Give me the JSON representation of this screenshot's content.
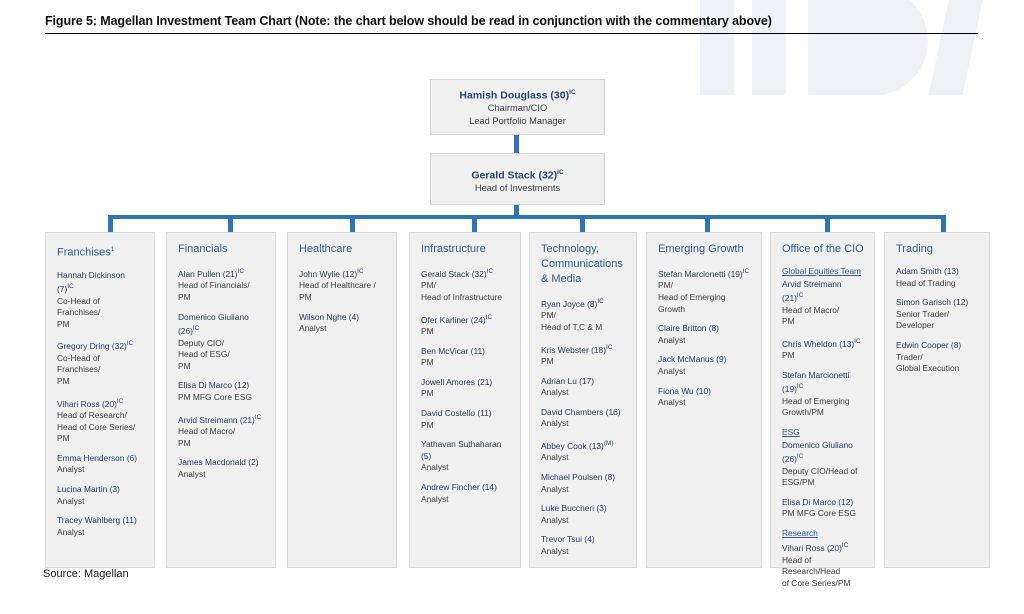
{
  "figure": {
    "title": "Figure 5: Magellan Investment Team Chart (Note: the chart below should be read in conjunction with the commentary above)",
    "source": "Source: Magellan"
  },
  "leadership": [
    {
      "name": "Hamish Douglass (30)",
      "marker": "IC",
      "roles": [
        "Chairman/CIO",
        "Lead Portfolio Manager"
      ]
    },
    {
      "name": "Gerald Stack (32)",
      "marker": "IC",
      "roles": [
        "Head of Investments"
      ]
    }
  ],
  "departments": [
    {
      "title": "Franchises",
      "title_marker": "1",
      "people": [
        {
          "name": "Hannah Dickinson (7)",
          "marker": "IC",
          "roles": [
            "Co-Head of Franchises/",
            "PM"
          ]
        },
        {
          "name": "Gregory Dring (32)",
          "marker": "IC",
          "roles": [
            "Co-Head of Franchises/",
            "PM"
          ]
        },
        {
          "name": "Vihari Ross (20)",
          "marker": "IC",
          "roles": [
            "Head of Research/",
            "Head of Core Series/",
            "PM"
          ]
        },
        {
          "name": "Emma Henderson (6)",
          "marker": "",
          "roles": [
            "Analyst"
          ]
        },
        {
          "name": "Lucina Martin (3)",
          "marker": "",
          "roles": [
            "Analyst"
          ]
        },
        {
          "name": "Tracey Wahlberg (11)",
          "marker": "",
          "roles": [
            "Analyst"
          ]
        }
      ]
    },
    {
      "title": "Financials",
      "title_marker": "",
      "people": [
        {
          "name": "Alan Pullen (21)",
          "marker": "IC",
          "roles": [
            "Head of Financials/",
            "PM"
          ]
        },
        {
          "name": "Domenico Giuliano (26)",
          "marker": "IC",
          "roles": [
            "Deputy CIO/",
            "Head of ESG/",
            "PM"
          ]
        },
        {
          "name": "Elisa Di Marco (12)",
          "marker": "",
          "roles": [
            "PM MFG Core ESG"
          ]
        },
        {
          "name": "Arvid Streimann (21)",
          "marker": "IC",
          "roles": [
            "Head of Macro/",
            "PM"
          ]
        },
        {
          "name": "James Macdonald (2)",
          "marker": "",
          "roles": [
            "Analyst"
          ]
        }
      ]
    },
    {
      "title": "Healthcare",
      "title_marker": "",
      "people": [
        {
          "name": "John Wylie (12)",
          "marker": "IC",
          "roles": [
            "Head of Healthcare /",
            "PM"
          ]
        },
        {
          "name": "Wilson Nghe (4)",
          "marker": "",
          "roles": [
            "Analyst"
          ]
        }
      ]
    },
    {
      "title": "Infrastructure",
      "title_marker": "",
      "people": [
        {
          "name": "Gerald Stack (32)",
          "marker": "IC",
          "roles": [
            "PM/",
            "Head of Infrastructure"
          ]
        },
        {
          "name": "Ofer Karliner (24)",
          "marker": "IC",
          "roles": [
            "PM"
          ]
        },
        {
          "name": "Ben McVicar (11)",
          "marker": "",
          "roles": [
            "PM"
          ]
        },
        {
          "name": "Jowell Amores (21)",
          "marker": "",
          "roles": [
            "PM"
          ]
        },
        {
          "name": "David Costello (11)",
          "marker": "",
          "roles": [
            "PM"
          ]
        },
        {
          "name": "Yathavan Suthaharan (5)",
          "marker": "",
          "roles": [
            "Analyst"
          ]
        },
        {
          "name": "Andrew Fincher (14)",
          "marker": "",
          "roles": [
            "Analyst"
          ]
        }
      ]
    },
    {
      "title": "Technology, Communications & Media",
      "title_marker": "",
      "people": [
        {
          "name": "Ryan Joyce (8)",
          "marker": "IC",
          "roles": [
            "PM/",
            "Head of T,C & M"
          ]
        },
        {
          "name": "Kris Webster (18)",
          "marker": "IC",
          "roles": [
            "PM"
          ]
        },
        {
          "name": "Adrian Lu (17)",
          "marker": "",
          "roles": [
            "Analyst"
          ]
        },
        {
          "name": "David Chambers (16)",
          "marker": "",
          "roles": [
            "Analyst"
          ]
        },
        {
          "name": "Abbey Cook (13)",
          "marker": "(M)",
          "roles": [
            "Analyst"
          ]
        },
        {
          "name": "Michael Poulsen (8)",
          "marker": "",
          "roles": [
            "Analyst"
          ]
        },
        {
          "name": "Luke Buccheri (3)",
          "marker": "",
          "roles": [
            "Analyst"
          ]
        },
        {
          "name": "Trevor Tsui (4)",
          "marker": "",
          "roles": [
            "Analyst"
          ]
        }
      ]
    },
    {
      "title": "Emerging Growth",
      "title_marker": "",
      "people": [
        {
          "name": "Stefan Marcionetti (19)",
          "marker": "IC",
          "roles": [
            "PM/",
            "Head of Emerging Growth"
          ]
        },
        {
          "name": "Claire Britton (8)",
          "marker": "",
          "roles": [
            "Analyst"
          ]
        },
        {
          "name": "Jack McManus (9)",
          "marker": "",
          "roles": [
            "Analyst"
          ]
        },
        {
          "name": "Fiona Wu (10)",
          "marker": "",
          "roles": [
            "Analyst"
          ]
        }
      ]
    },
    {
      "title": "Office of the CIO",
      "title_marker": "",
      "groups": [
        {
          "subhead": "Global Equities Team",
          "people": [
            {
              "name": "Arvid Streimann (21)",
              "marker": "IC",
              "roles": [
                "Head of Macro/",
                "PM"
              ]
            },
            {
              "name": "Chris Wheldon (13)",
              "marker": "IC",
              "roles": [
                "PM"
              ]
            },
            {
              "name": "Stefan Marcionetti (19)",
              "marker": "IC",
              "roles": [
                "Head of Emerging",
                "Growth/PM"
              ]
            }
          ]
        },
        {
          "subhead": "ESG",
          "people": [
            {
              "name": "Domenico Giuliano (26)",
              "marker": "IC",
              "roles": [
                "Deputy CIO/Head of",
                "ESG/PM"
              ]
            },
            {
              "name": "Elisa Di Marco (12)",
              "marker": "",
              "roles": [
                "PM MFG Core ESG"
              ]
            }
          ]
        },
        {
          "subhead": "Research",
          "people": [
            {
              "name": "Vihari Ross (20)",
              "marker": "IC",
              "roles": [
                "Head of Research/Head",
                "of Core Series/PM"
              ]
            }
          ]
        }
      ]
    },
    {
      "title": "Trading",
      "title_marker": "",
      "people": [
        {
          "name": "Adam Smith (13)",
          "marker": "",
          "roles": [
            "Head of Trading"
          ]
        },
        {
          "name": "Simon Garisch (12)",
          "marker": "",
          "roles": [
            "Senior Trader/",
            "Developer"
          ]
        },
        {
          "name": "Edwin Cooper (8)",
          "marker": "",
          "roles": [
            "Trader/",
            "Global Execution"
          ]
        }
      ]
    }
  ],
  "colors": {
    "connector": "#2e75b6",
    "box_fill": "#f0f0f0",
    "heading_blue": "#2e5b8c",
    "name_blue": "#203864"
  }
}
